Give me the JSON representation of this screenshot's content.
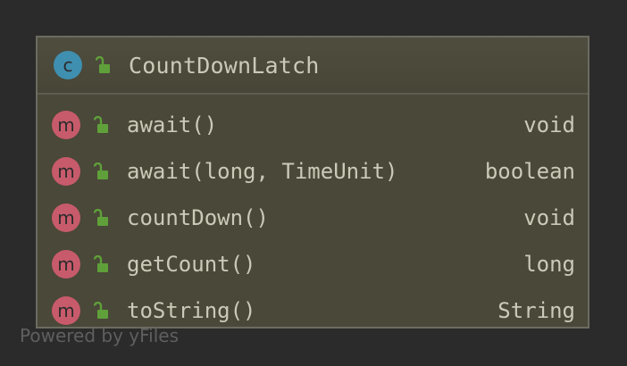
{
  "class": {
    "badge": "c",
    "name": "CountDownLatch",
    "visibility_icon": "unlocked-icon",
    "colors": {
      "class_badge": "#3f8fb0",
      "method_badge": "#c75b6b",
      "lock": "#5fa03a"
    }
  },
  "members": [
    {
      "badge": "m",
      "name": "await()",
      "type": "void"
    },
    {
      "badge": "m",
      "name": "await(long, TimeUnit)",
      "type": "boolean"
    },
    {
      "badge": "m",
      "name": "countDown()",
      "type": "void"
    },
    {
      "badge": "m",
      "name": "getCount()",
      "type": "long"
    },
    {
      "badge": "m",
      "name": "toString()",
      "type": "String"
    }
  ],
  "footer": {
    "text": "Powered by yFiles"
  }
}
